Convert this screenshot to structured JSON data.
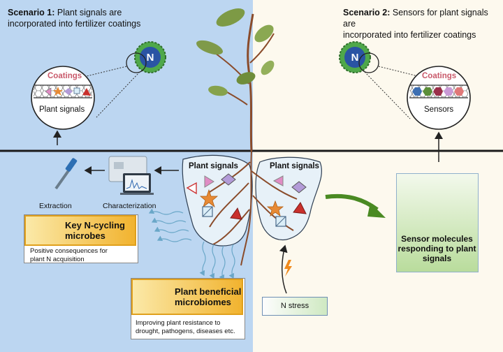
{
  "scenario1": {
    "bold": "Scenario 1:",
    "rest_line1": " Plant signals are",
    "line2": "incorporated into fertilizer coatings"
  },
  "scenario2": {
    "bold": "Scenario 2:",
    "rest_line1": " Sensors for plant signals are",
    "line2": "incorporated into fertilizer coatings"
  },
  "nutrient_symbol": "N",
  "left_inset": {
    "coatings": "Coatings",
    "signals": "Plant signals"
  },
  "right_inset": {
    "coatings": "Coatings",
    "sensors": "Sensors"
  },
  "root_zone_left": {
    "title": "Plant signals"
  },
  "root_zone_right": {
    "title": "Plant signals"
  },
  "steps": {
    "extraction": "Extraction",
    "characterization": "Characterization"
  },
  "ncycling": {
    "title_line1": "Key N-cycling",
    "title_line2": "microbes",
    "text_line1": "Positive consequences for",
    "text_line2": "plant N acquisition"
  },
  "beneficial": {
    "title_line1": "Plant beneficial",
    "title_line2": "microbiomes",
    "text_line1": "Improving plant resistance to",
    "text_line2": "drought, pathogens, diseases etc."
  },
  "sensor_box": {
    "line1": "Sensor molecules",
    "line2": "responding to plant",
    "line3": "signals"
  },
  "n_stress": "N stress",
  "colors": {
    "left_bg": "#bcd6f1",
    "right_bg": "#fdf9ee",
    "coating_red": "#c95a6b",
    "sensor_green": "#4f8a2b",
    "highlight_orange": "#f1b32f"
  }
}
